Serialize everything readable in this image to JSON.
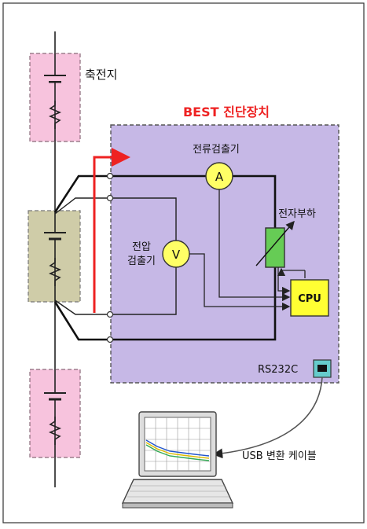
{
  "labels": {
    "battery": "축전지",
    "device_title": "BEST 진단장치",
    "current_detector": "전류검출기",
    "voltage_detector_line1": "전압",
    "voltage_detector_line2": "검출기",
    "electronic_load": "전자부하",
    "cpu": "CPU",
    "ammeter_symbol": "A",
    "voltmeter_symbol": "V",
    "rs232c": "RS232C",
    "usb_cable": "USB 변환 케이블"
  },
  "colors": {
    "battery_cell_fill": "#f7c3dd",
    "battery_cell_stroke": "#8a6a7a",
    "tested_cell_fill": "#cfcca8",
    "device_fill": "#c6b8e6",
    "device_border": "#555555",
    "meter_fill": "#ffff66",
    "cpu_fill": "#ffff33",
    "load_fill": "#66cc55",
    "port_fill": "#66cccc",
    "signal_arrow": "#ee2222",
    "title_color": "#ee2222"
  }
}
